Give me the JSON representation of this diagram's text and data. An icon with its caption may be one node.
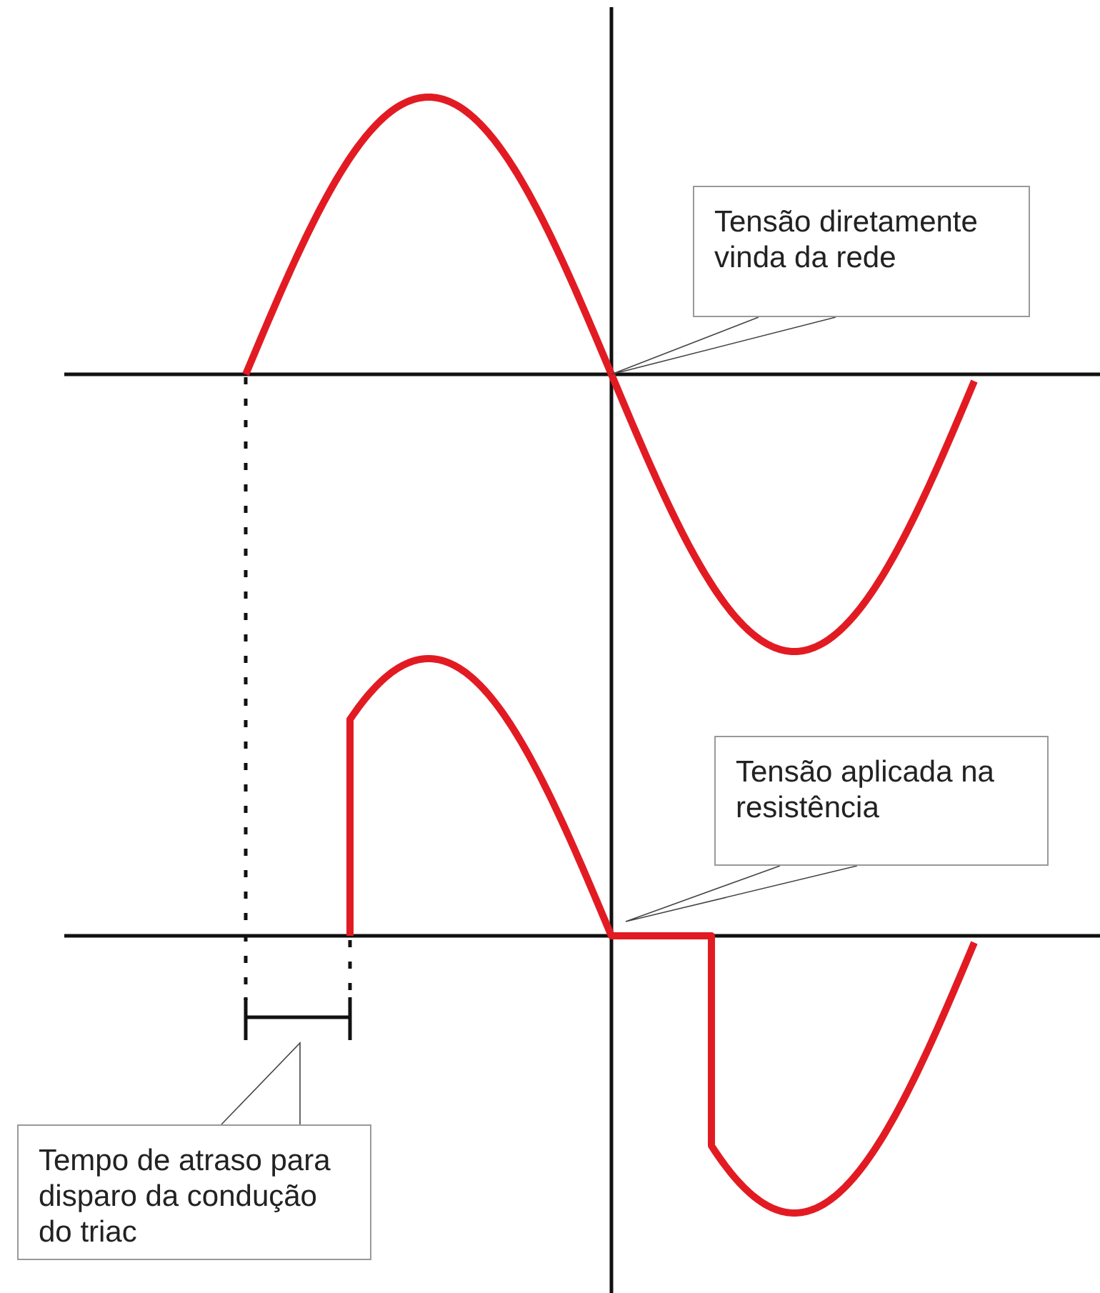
{
  "diagram": {
    "nodes": [
      {
        "text": [
          "Tensão diretamente vinda da rede"
        ]
      },
      {
        "text": [
          "Tensão aplicada na resistência"
        ]
      },
      {
        "text": [
          "Tempo de atraso para disparo da condução do triac"
        ]
      }
    ],
    "edges": [
      {
        "from": 0,
        "to": null,
        "arrow": "none"
      },
      {
        "from": 1,
        "to": null,
        "arrow": "none"
      },
      {
        "from": 2,
        "to": null,
        "arrow": "none"
      }
    ]
  }
}
